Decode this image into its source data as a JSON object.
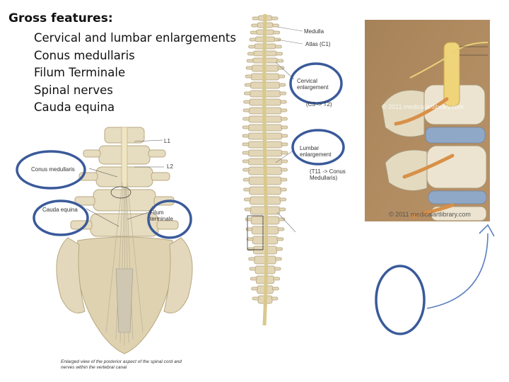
{
  "slide": {
    "heading": "Gross features:",
    "bullets": [
      "Cervical and lumbar enlargements",
      "Conus medullaris",
      "Filum Terminale",
      "Spinal nerves",
      "Cauda equina"
    ]
  },
  "left_figure": {
    "label_l1": "L1",
    "label_l2": "L2",
    "label_conus": "Conus medullaris",
    "label_cauda": "Cauda equina",
    "label_filum": "Filum terminale",
    "caption": "Enlarged view of the posterior aspect of the spinal cord and nerves within the vertebral canal"
  },
  "center_figure": {
    "label_medulla": "Medulla",
    "label_atlas": "Atlas (C1)",
    "label_cervical": "Cervical enlargement",
    "note_cervical": "(C3 -> T2)",
    "label_lumbar": "Lumbar enlargement",
    "note_lumbar": "(T11 -> Conus Medullaris)"
  },
  "right_figure": {
    "watermark_top": "© 2011 medicalartlibrary.com",
    "watermark_bottom": "© 2011 medicalartlibrary.com"
  },
  "colors": {
    "circle_stroke": "#3a5a9a",
    "arrow": "#5a7fc0",
    "bone": "#e6dcc0",
    "photo_bg": "#b08a5e",
    "nerve": "#e8d27a",
    "disc": "#8fa8c8"
  }
}
